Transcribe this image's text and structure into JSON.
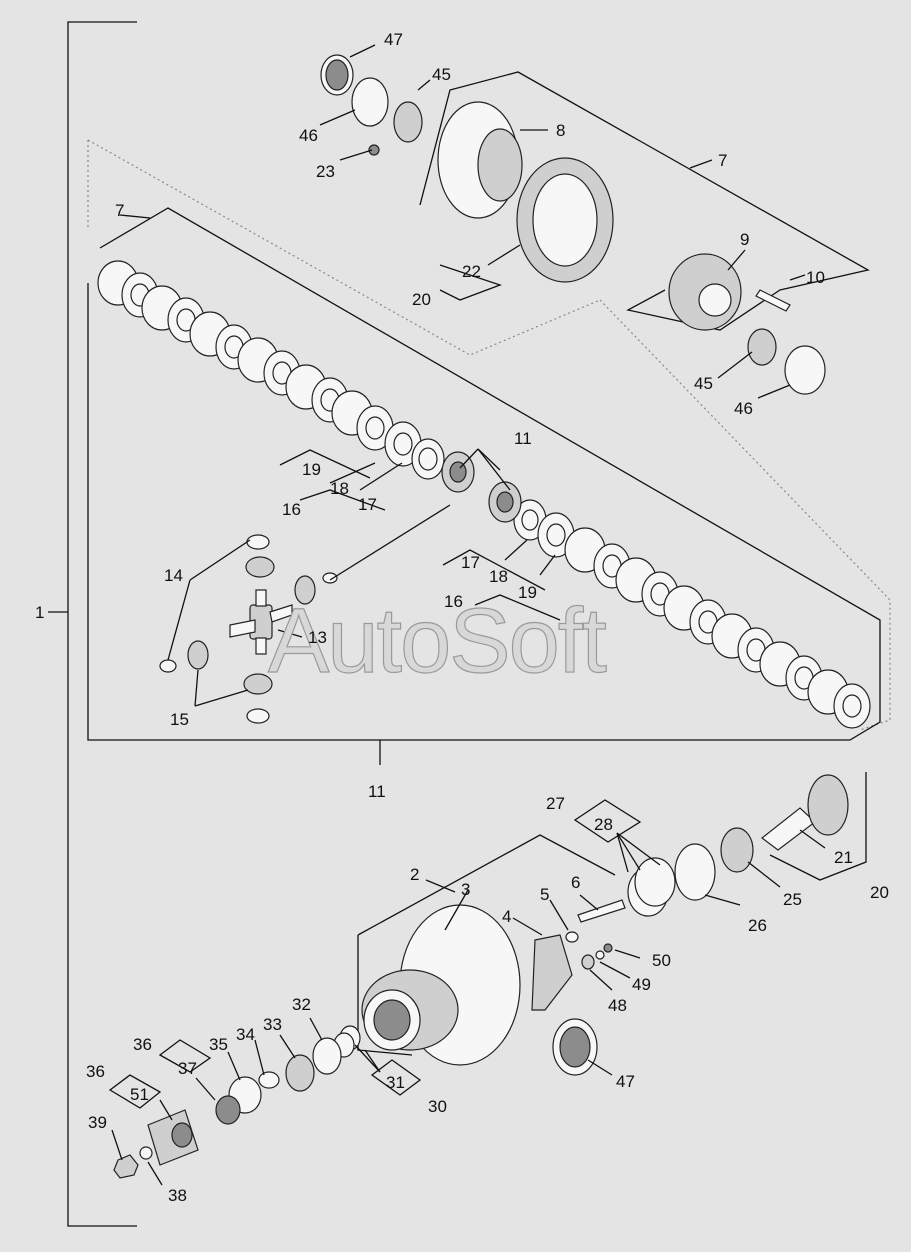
{
  "watermark": "AutoSoft",
  "callouts": {
    "n1": "1",
    "n2": "2",
    "n3": "3",
    "n4": "4",
    "n5": "5",
    "n6": "6",
    "n7a": "7",
    "n7b": "7",
    "n8": "8",
    "n9": "9",
    "n10": "10",
    "n11a": "11",
    "n11b": "11",
    "n13": "13",
    "n14": "14",
    "n15": "15",
    "n16a": "16",
    "n16b": "16",
    "n17a": "17",
    "n17b": "17",
    "n18a": "18",
    "n18b": "18",
    "n19a": "19",
    "n19b": "19",
    "n20a": "20",
    "n20b": "20",
    "n21": "21",
    "n22": "22",
    "n23": "23",
    "n25": "25",
    "n26": "26",
    "n27": "27",
    "n28": "28",
    "n30": "30",
    "n31": "31",
    "n32": "32",
    "n33": "33",
    "n34": "34",
    "n35": "35",
    "n36a": "36",
    "n36b": "36",
    "n37": "37",
    "n38": "38",
    "n39": "39",
    "n45a": "45",
    "n45b": "45",
    "n46a": "46",
    "n46b": "46",
    "n47a": "47",
    "n47b": "47",
    "n48": "48",
    "n49": "49",
    "n50": "50",
    "n51": "51"
  }
}
